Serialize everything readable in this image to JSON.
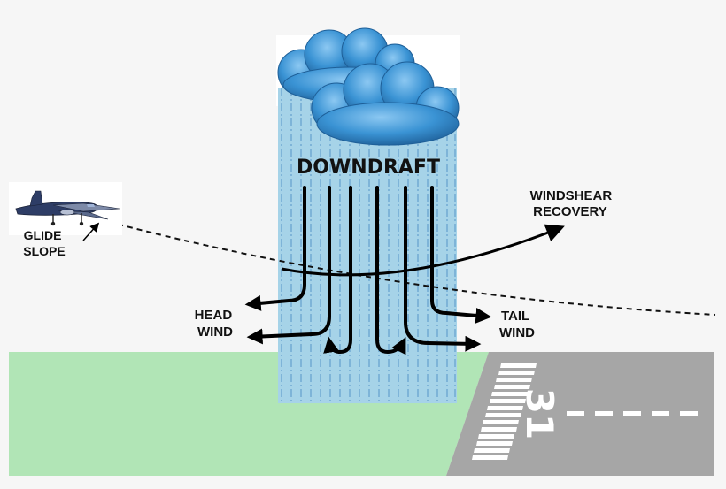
{
  "diagram": {
    "downdraft_label": "DOWNDRAFT",
    "glide_slope": [
      "GLIDE",
      "SLOPE"
    ],
    "windshear_recovery": [
      "WINDSHEAR",
      "RECOVERY"
    ],
    "head_wind": [
      "HEAD",
      "WIND"
    ],
    "tail_wind": [
      "TAIL",
      "WIND"
    ],
    "runway_number": "31"
  },
  "colors": {
    "background": "#f6f6f6",
    "grass": "#b1e5b6",
    "runway": "#a6a6a6",
    "rain_column": "#a6d3e8",
    "cloud": "#3a93d4",
    "arrows": "#000000"
  }
}
